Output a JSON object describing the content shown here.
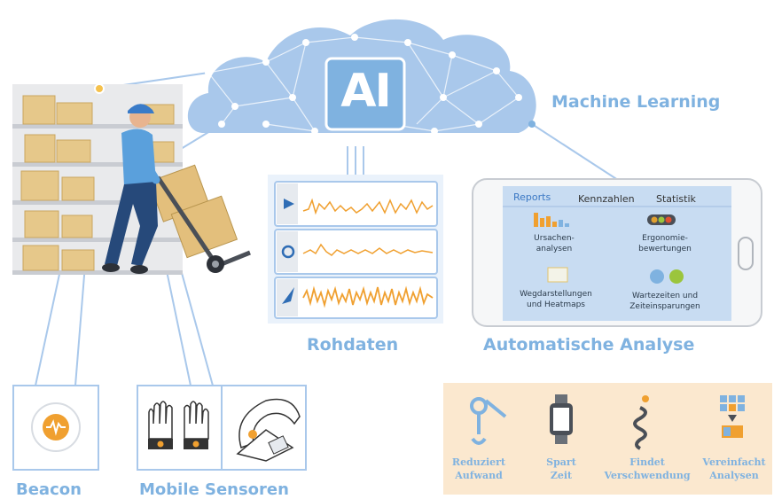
{
  "cloud": {
    "ai_label": "AI",
    "ml_label": "Machine Learning"
  },
  "raw_data": {
    "label": "Rohdaten"
  },
  "analysis": {
    "label": "Automatische Analyse",
    "tabs": [
      "Reports",
      "Kennzahlen",
      "Statistik"
    ],
    "reports": [
      {
        "line1": "Ursachen-",
        "line2": "analysen"
      },
      {
        "line1": "Ergonomie-",
        "line2": "bewertungen"
      },
      {
        "line1": "Wegdarstellungen",
        "line2": "und Heatmaps"
      },
      {
        "line1": "Wartezeiten und",
        "line2": "Zeiteinsparungen"
      }
    ]
  },
  "sensors": {
    "beacon_label": "Beacon",
    "mobile_label": "Mobile Sensoren"
  },
  "benefits": [
    {
      "line1": "Reduziert",
      "line2": "Aufwand"
    },
    {
      "line1": "Spart",
      "line2": "Zeit"
    },
    {
      "line1": "Findet",
      "line2": "Verschwendung"
    },
    {
      "line1": "Vereinfacht",
      "line2": "Analysen"
    }
  ],
  "colors": {
    "accent_blue": "#7fb2e0",
    "cloud_blue": "#a9c8eb",
    "signal_orange": "#f0a030",
    "benefit_bg": "#fbe8cf"
  }
}
